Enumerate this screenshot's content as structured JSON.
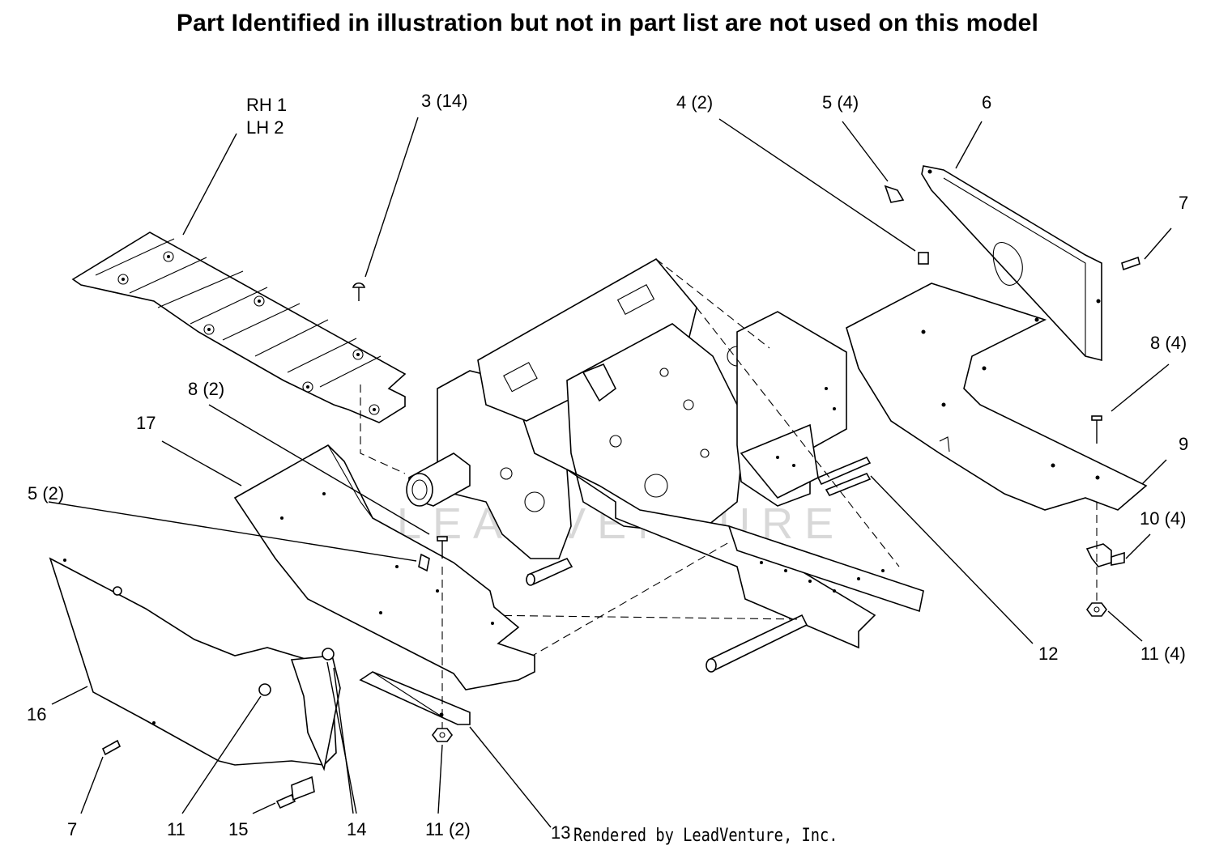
{
  "header": {
    "title": "Part Identified in illustration but not in part list are not used on this model"
  },
  "footer": {
    "credit": "Rendered by LeadVenture, Inc."
  },
  "watermark": {
    "text": "LEADVENTURE"
  },
  "callouts": {
    "rh1": "RH 1",
    "lh2": "LH 2",
    "c3": "3 (14)",
    "c4": "4 (2)",
    "c5_4": "5 (4)",
    "c6": "6",
    "c7_right": "7",
    "c8_4": "8 (4)",
    "c9": "9",
    "c10": "10 (4)",
    "c11_4": "11 (4)",
    "c12": "12",
    "c8_2": "8 (2)",
    "c17": "17",
    "c5_2": "5 (2)",
    "c16": "16",
    "c7_left": "7",
    "c11": "11",
    "c15": "15",
    "c14": "14",
    "c11_2": "11 (2)",
    "c13": "13"
  }
}
